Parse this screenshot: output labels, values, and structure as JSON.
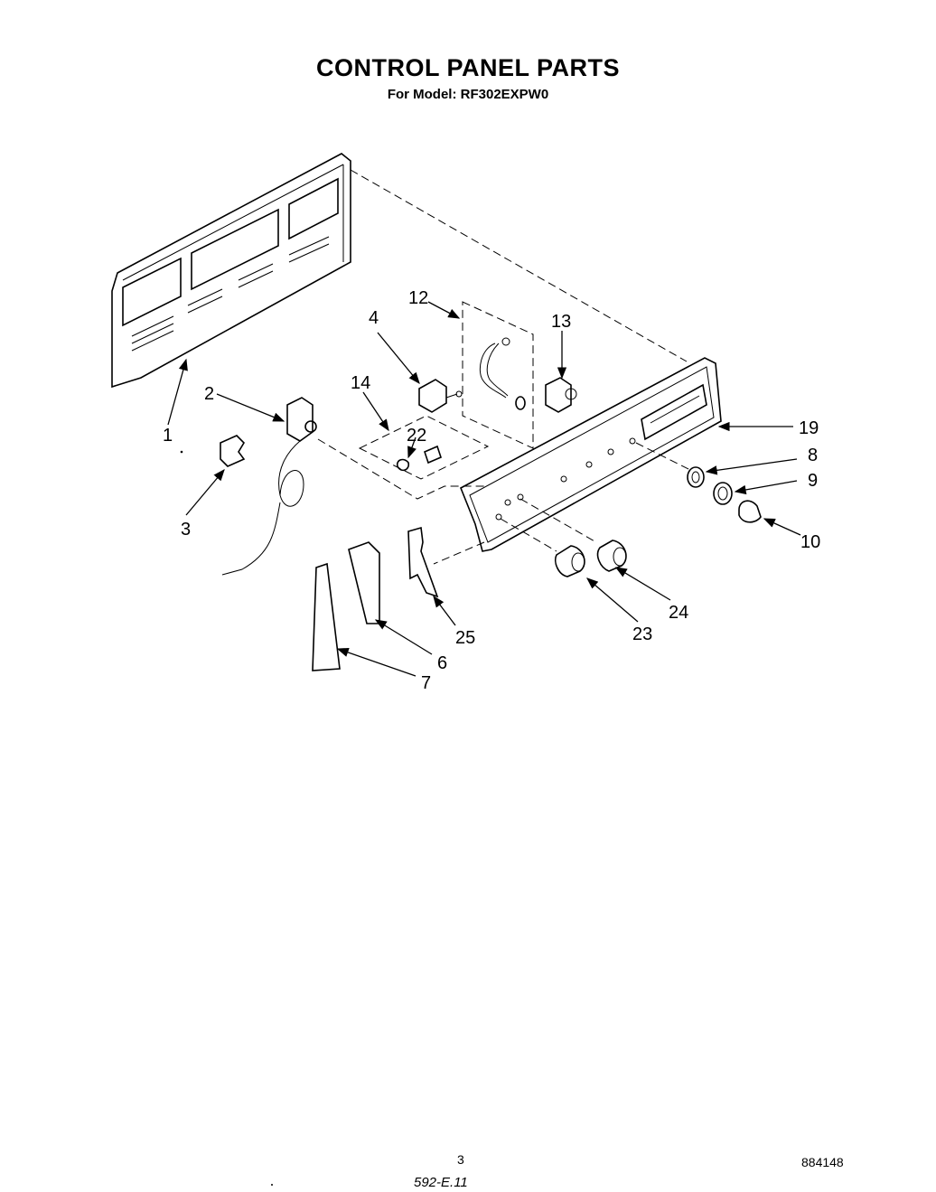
{
  "header": {
    "title": "CONTROL PANEL PARTS",
    "subtitle": "For Model: RF302EXPW0"
  },
  "callouts": {
    "c1": "1",
    "c2": "2",
    "c3": "3",
    "c4": "4",
    "c6": "6",
    "c7": "7",
    "c8": "8",
    "c9": "9",
    "c10": "10",
    "c12": "12",
    "c13": "13",
    "c14": "14",
    "c19": "19",
    "c22": "22",
    "c23": "23",
    "c24": "24",
    "c25": "25"
  },
  "footer": {
    "page_number": "3",
    "document_number": "884148",
    "handwritten_note": "592-E.11"
  }
}
